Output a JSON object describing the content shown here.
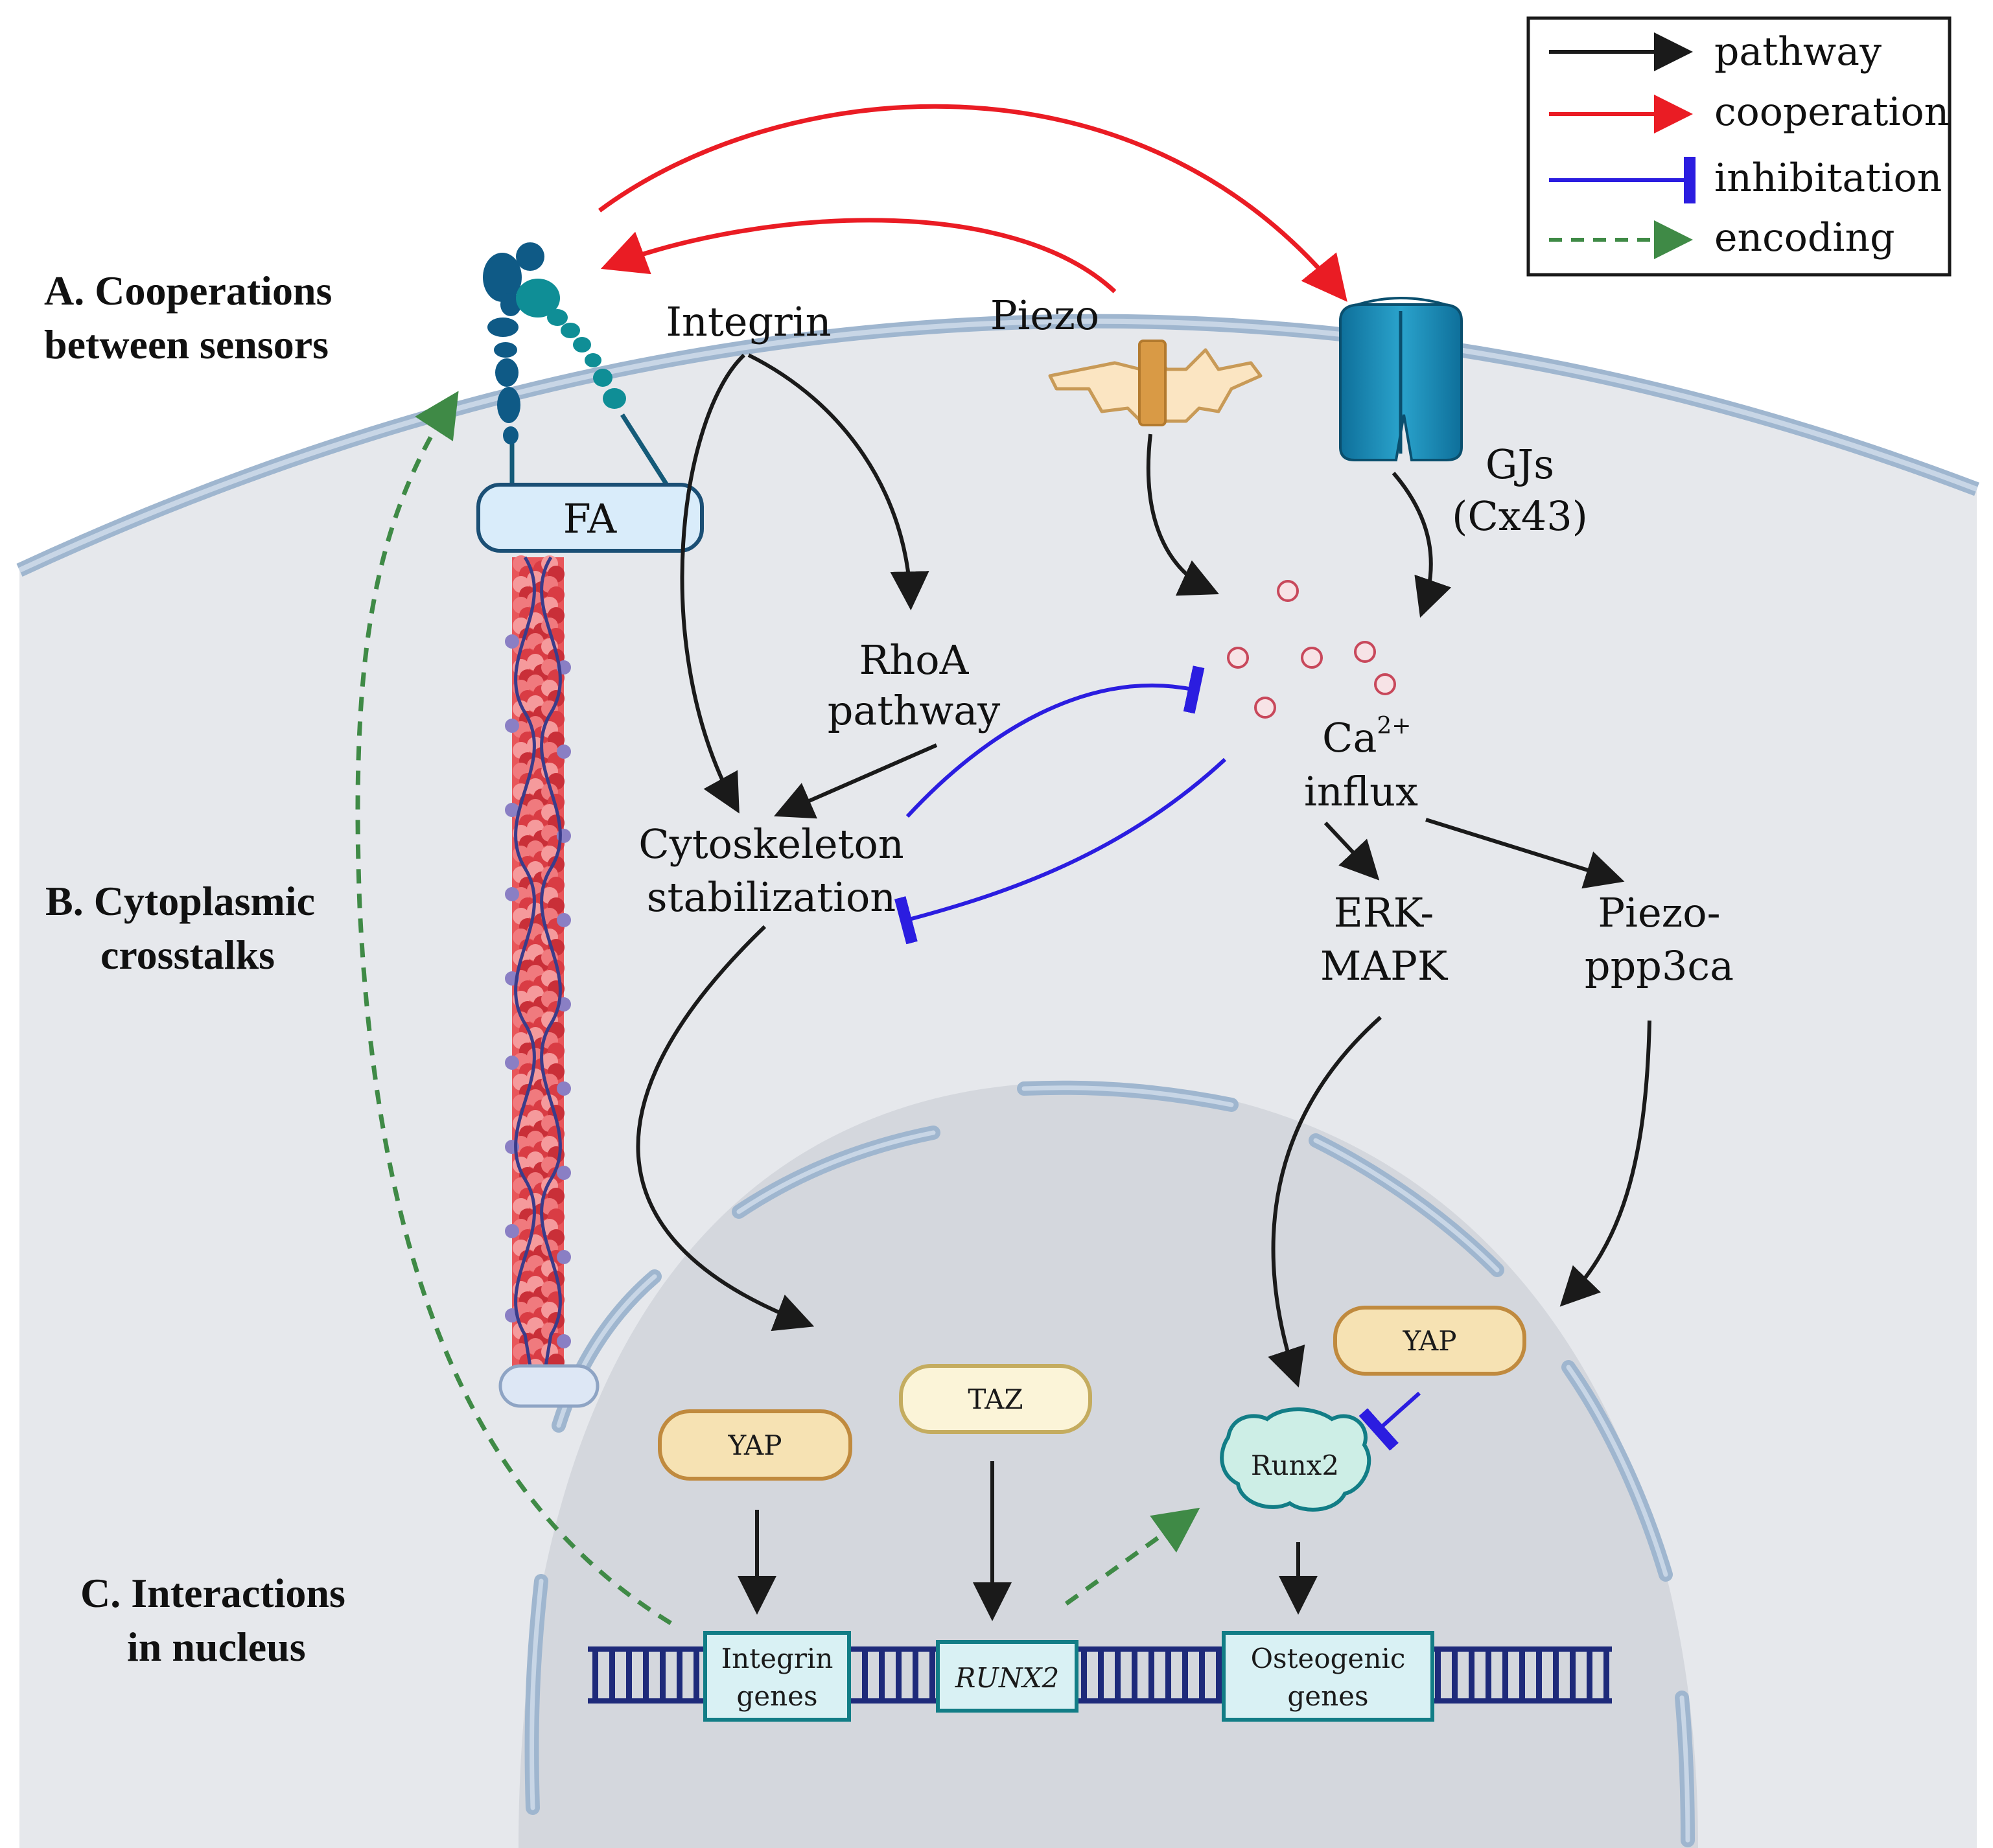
{
  "legend": {
    "pathway": "pathway",
    "cooperation": "cooperation",
    "inhibitation": "inhibitation",
    "encoding": "encoding"
  },
  "colors": {
    "pathway": "#1a1a1a",
    "cooperation": "#ea1c24",
    "inhibition": "#2b1de0",
    "encoding": "#3f8a46",
    "cell_fill": "#e6e8ec",
    "nucleus_fill": "#d4d7dd",
    "membrane": "#9fb6cf",
    "yap_taz": "#f6e2b3",
    "genes_box": "#d9f1f4"
  },
  "sections": {
    "a_line1": "A. Cooperations",
    "a_line2": "between sensors",
    "b_line1": "B. Cytoplasmic",
    "b_line2": "crosstalks",
    "c_line1": "C. Interactions",
    "c_line2": "in nucleus"
  },
  "sensors": {
    "fa": "FA",
    "integrin": "Integrin",
    "piezo": "Piezo",
    "gjs_line1": "GJs",
    "gjs_line2": "(Cx43)"
  },
  "cytoplasm": {
    "rhoa_line1": "RhoA",
    "rhoa_line2": "pathway",
    "cyto_line1": "Cytoskeleton",
    "cyto_line2": "stabilization",
    "ca_base": "Ca",
    "ca_sup": "2+",
    "ca_line2": "influx",
    "erk_line1": "ERK-",
    "erk_line2": "MAPK",
    "piezo_ppp_line1": "Piezo-",
    "piezo_ppp_line2": "ppp3ca"
  },
  "nucleus": {
    "yap_left": "YAP",
    "taz": "TAZ",
    "yap_right": "YAP",
    "runx2_protein": "Runx2",
    "integrin_genes_line1": "Integrin",
    "integrin_genes_line2": "genes",
    "runx2_gene": "RUNX2",
    "osteo_line1": "Osteogenic",
    "osteo_line2": "genes"
  }
}
